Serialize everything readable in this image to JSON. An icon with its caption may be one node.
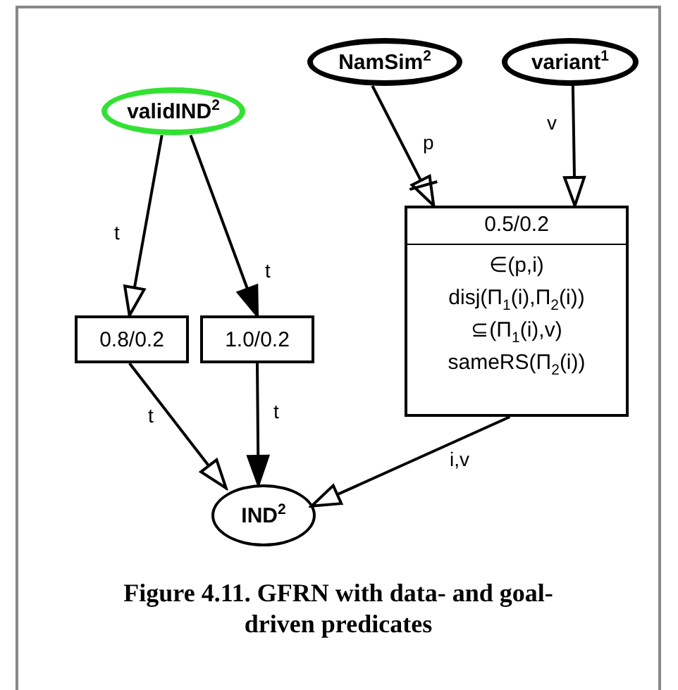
{
  "diagram": {
    "caption": "Figure 4.11. GFRN with data- and goal-driven predicates",
    "nodes": [
      {
        "text": [
          "NamSim$^{2}$"
        ]
      },
      {
        "text": [
          "variant$^{1}$"
        ]
      },
      {
        "text": [
          "validIND$^{2}$"
        ]
      },
      {
        "text": [
          "0.8/0.2"
        ]
      },
      {
        "text": [
          "1.0/0.2"
        ]
      },
      {
        "text": [
          "0.5/0.2",
          "∈(p,i)",
          "disj(Π$_{1}$(i),Π$_{2}$(i))",
          "⊆(Π$_{1}$(i),v)",
          "sameRS(Π$_{2}$(i))"
        ]
      },
      {
        "text": [
          "IND$^{2}$"
        ]
      }
    ],
    "edges": [
      {
        "from": 2,
        "to": 3,
        "arrow": "to",
        "label": "t"
      },
      {
        "from": 2,
        "to": 4,
        "arrow": "to",
        "label": "t"
      },
      {
        "from": 0,
        "to": 5,
        "arrow": "to",
        "label": "p"
      },
      {
        "from": 1,
        "to": 5,
        "arrow": "to",
        "label": "v"
      },
      {
        "from": 3,
        "to": 6,
        "arrow": "to",
        "label": "t"
      },
      {
        "from": 4,
        "to": 6,
        "arrow": "to",
        "label": "t"
      },
      {
        "from": 5,
        "to": 6,
        "arrow": "to",
        "label": "i,v"
      }
    ]
  }
}
